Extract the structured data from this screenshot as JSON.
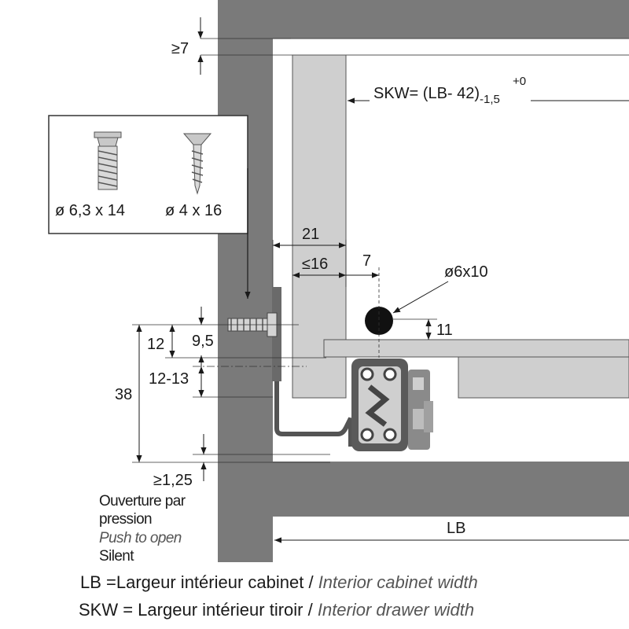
{
  "colors": {
    "panel_dark": "#7a7a7a",
    "panel_light": "#cfcfcf",
    "rail": "#545454",
    "line": "#1a1a1a",
    "italic_text": "#555555"
  },
  "dimensions": {
    "top_gap": "≥7",
    "skw_formula": "SKW= (LB- 42)",
    "skw_tol_low": "-1,5",
    "skw_tol_high": "+0",
    "d21": "21",
    "d16": "≤16",
    "d7": "7",
    "hole": "ø6x10",
    "d11": "11",
    "d12": "12",
    "d95": "9,5",
    "d1213": "12-13",
    "d38": "38",
    "d125": "≥1,25",
    "lb": "LB"
  },
  "screws": [
    {
      "icon": "machine-screw-icon",
      "label": "ø 6,3 x 14"
    },
    {
      "icon": "wood-screw-icon",
      "label": "ø 4 x 16"
    }
  ],
  "notes": {
    "fr_line1": "Ouverture par",
    "fr_line2": "pression",
    "en": "Push to open",
    "silent": "Silent"
  },
  "captions": {
    "lb_fr": "LB =Largeur intérieur cabinet / ",
    "lb_en": "Interior cabinet width",
    "skw_fr": "SKW = Largeur intérieur tiroir / ",
    "skw_en": "Interior drawer width"
  }
}
